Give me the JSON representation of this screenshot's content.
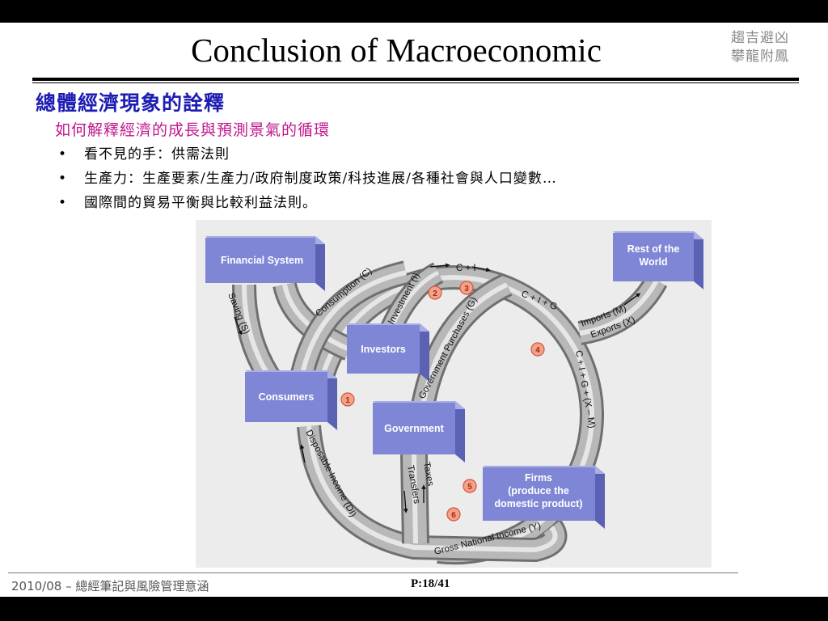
{
  "slide": {
    "title": "Conclusion of Macroeconomic",
    "corner_line1": "趨吉避凶",
    "corner_line2": "攀龍附鳳",
    "heading": "總體經濟現象的詮釋",
    "subheading": "如何解釋經濟的成長與預測景氣的循環",
    "bullets": [
      "看不見的手：供需法則",
      "生產力：生產要素/生產力/政府制度政策/科技進展/各種社會與人口變數…",
      "國際間的貿易平衡與比較利益法則。"
    ],
    "bullet_symbol": "•"
  },
  "diagram": {
    "boxes": {
      "financial_system": [
        "Financial System"
      ],
      "rest_of_world": [
        "Rest of the",
        "World"
      ],
      "investors": [
        "Investors"
      ],
      "consumers": [
        "Consumers"
      ],
      "government": [
        "Government"
      ],
      "firms": [
        "Firms",
        "(produce the",
        "domestic product)"
      ]
    },
    "flows": {
      "saving": "Saving (S)",
      "consumption": "Consumption (C)",
      "investment": "Investment (I)",
      "c_plus_i": "C + I",
      "c_plus_i_plus_g": "C + I + G",
      "government_purchases": "Government Purchases (G)",
      "imports": "Imports (M)",
      "exports": "Exports (X)",
      "total": "C + I + G + (X – M)",
      "disposable_income": "Disposable Income (DI)",
      "taxes": "Taxes",
      "transfers": "Transfers",
      "gross_national_income": "Gross National Income (Y)"
    },
    "markers": [
      "1",
      "2",
      "3",
      "4",
      "5",
      "6"
    ],
    "colors": {
      "pipe": "#a9a9a9",
      "box": "#7f86d6",
      "marker": "#f3a28a"
    }
  },
  "footer": {
    "left": "2010/08 – 總經筆記與風險管理意涵",
    "page": "P:18/41"
  }
}
